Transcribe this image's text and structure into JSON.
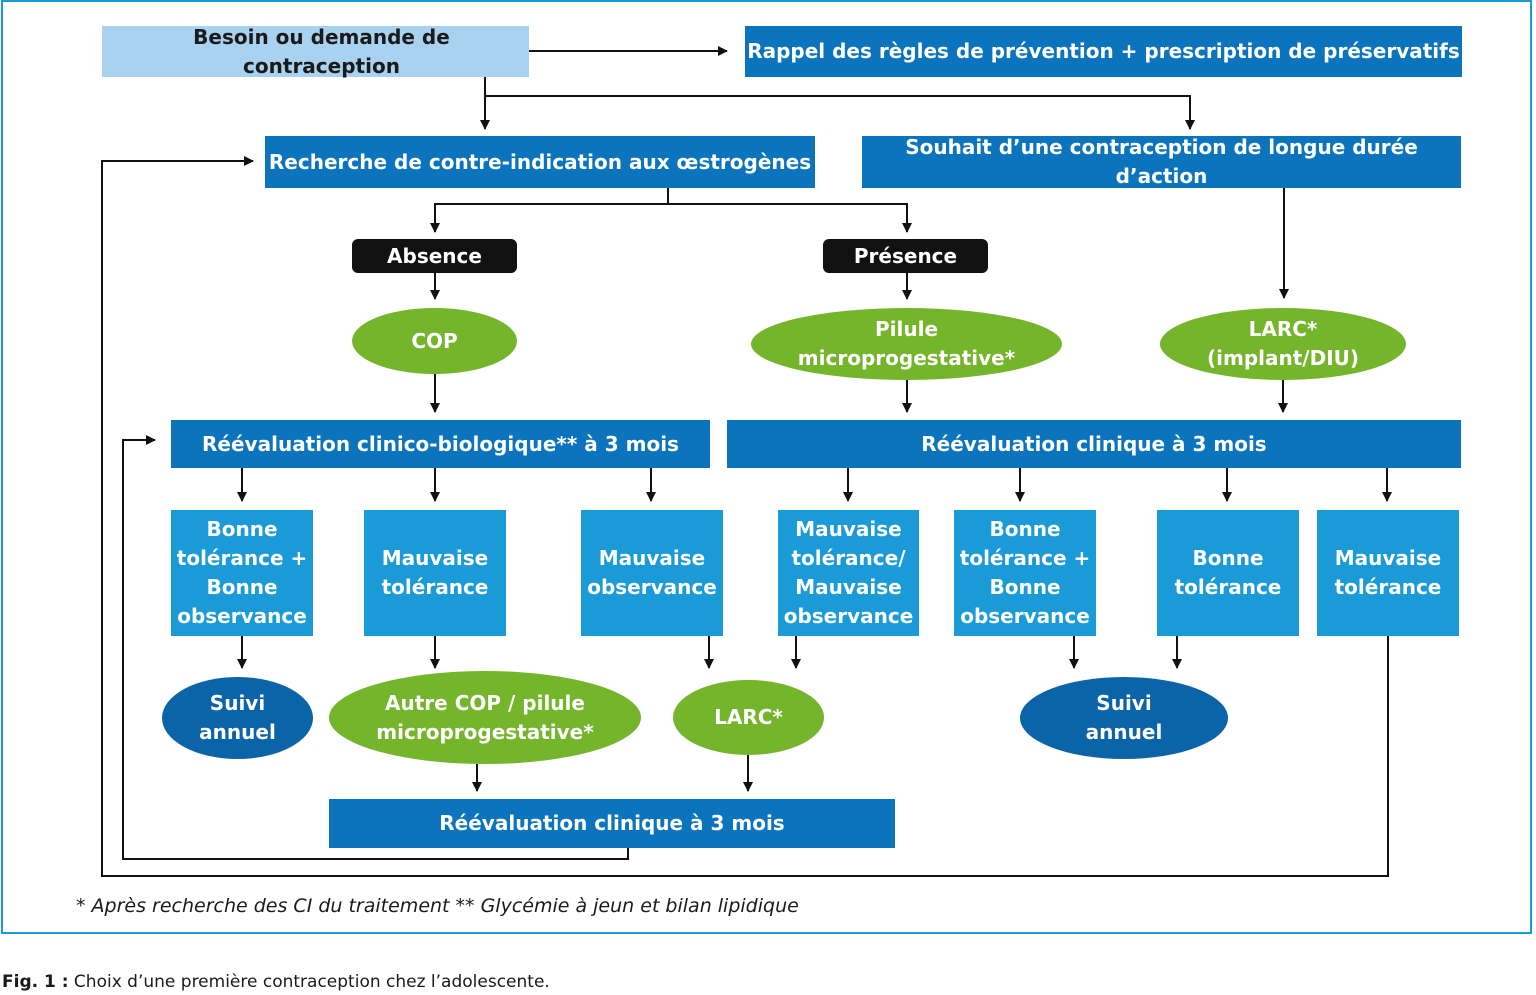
{
  "nodes": {
    "besoin": "Besoin ou demande de contraception",
    "rappel": "Rappel des règles de prévention + prescription de préservatifs",
    "recherche": "Recherche de contre-indication aux œstrogènes",
    "souhait": "Souhait d’une contraception de longue durée d’action",
    "absence": "Absence",
    "presence": "Présence",
    "cop": "COP",
    "pilule": [
      "Pilule",
      "microprogestative*"
    ],
    "larc_top": [
      "LARC*",
      "(implant/DIU)"
    ],
    "reeval_bio": "Réévaluation clinico-biologique** à 3 mois",
    "reeval_clin": "Réévaluation clinique à 3 mois",
    "bonne_tol_obs_1": [
      "Bonne",
      "tolérance +",
      "Bonne",
      "observance"
    ],
    "mauvaise_tol_1": [
      "Mauvaise",
      "tolérance"
    ],
    "mauvaise_obs": [
      "Mauvaise",
      "observance"
    ],
    "mauvaise_tol_obs": [
      "Mauvaise",
      "tolérance/",
      "Mauvaise",
      "observance"
    ],
    "bonne_tol_obs_2": [
      "Bonne",
      "tolérance +",
      "Bonne",
      "observance"
    ],
    "bonne_tol": [
      "Bonne",
      "tolérance"
    ],
    "mauvaise_tol_2": [
      "Mauvaise",
      "tolérance"
    ],
    "suivi_1": [
      "Suivi",
      "annuel"
    ],
    "autre_cop": [
      "Autre COP / pilule",
      "microprogestative*"
    ],
    "larc_bottom": "LARC*",
    "suivi_2": [
      "Suivi",
      "annuel"
    ],
    "reeval_bottom": "Réévaluation clinique à 3 mois"
  },
  "footnote": "* Après recherche des CI du traitement ** Glycémie à jeun et bilan lipidique",
  "caption": {
    "label": "Fig. 1 :",
    "text": " Choix d’une première contraception chez l’adolescente."
  },
  "colors": {
    "light_blue": "#a8d2f0",
    "dark_blue": "#0b74bc",
    "mid_blue": "#1a9ad6",
    "green": "#74b52c",
    "navy": "#0b63a8",
    "black": "#111111",
    "frame": "#1a9ad6"
  }
}
